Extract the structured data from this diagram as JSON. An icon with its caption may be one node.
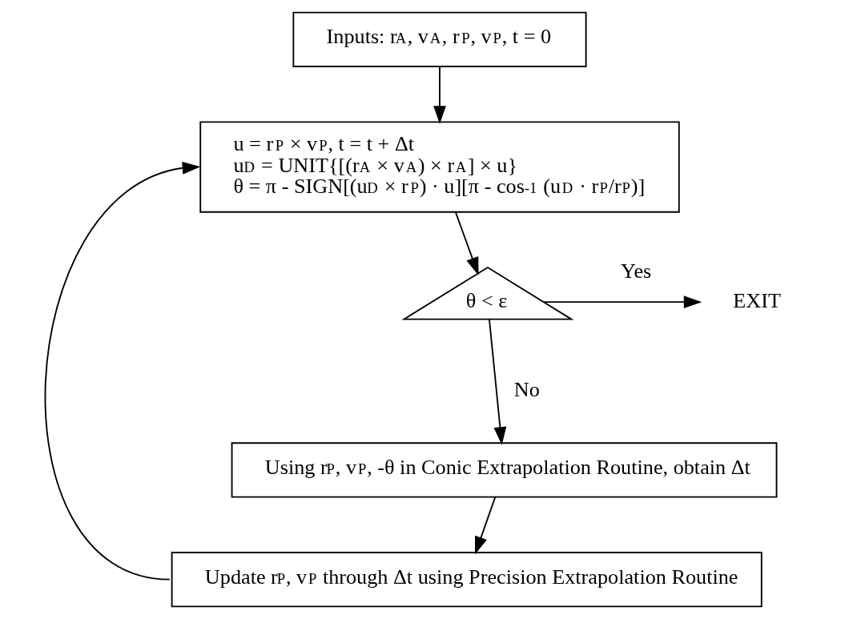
{
  "diagram": {
    "nodes": [
      {
        "text": [
          "Inputs: r$_{A}$, v$_{A}$, r$_{P}$, v$_{P}$, t = 0"
        ]
      },
      {
        "text": [
          "u = r$_{P}$ × v$_{P}$, t = t + Δt",
          "u$_{D}$ = UNIT{[(r$_{A}$ × v$_{A}$) × r$_{A}$] × u}",
          "θ = π - SIGN[(u$_{D}$ × r$_{P}$) · u][π - cos$^{-1}$ (u$_{D}$ · r$_{P}$/r$_{P}$)]"
        ]
      },
      {
        "text": [
          "θ < ε"
        ]
      },
      {
        "text": [
          "EXIT"
        ]
      },
      {
        "text": [
          "Using r$_{P}$, v$_{P}$, -θ in Conic Extrapolation Routine, obtain Δt"
        ]
      },
      {
        "text": [
          "Update r$_{P}$, v$_{P}$ through Δt using Precision Extrapolation Routine"
        ]
      }
    ],
    "edges": [
      {
        "from": 0,
        "to": 1,
        "arrow": "to"
      },
      {
        "from": 1,
        "to": 2,
        "arrow": "to"
      },
      {
        "from": 2,
        "to": 3,
        "arrow": "to",
        "label": "Yes"
      },
      {
        "from": 2,
        "to": 4,
        "arrow": "to",
        "label": "No"
      },
      {
        "from": 4,
        "to": 5,
        "arrow": "to"
      },
      {
        "from": 5,
        "to": 1,
        "arrow": "to"
      }
    ]
  }
}
